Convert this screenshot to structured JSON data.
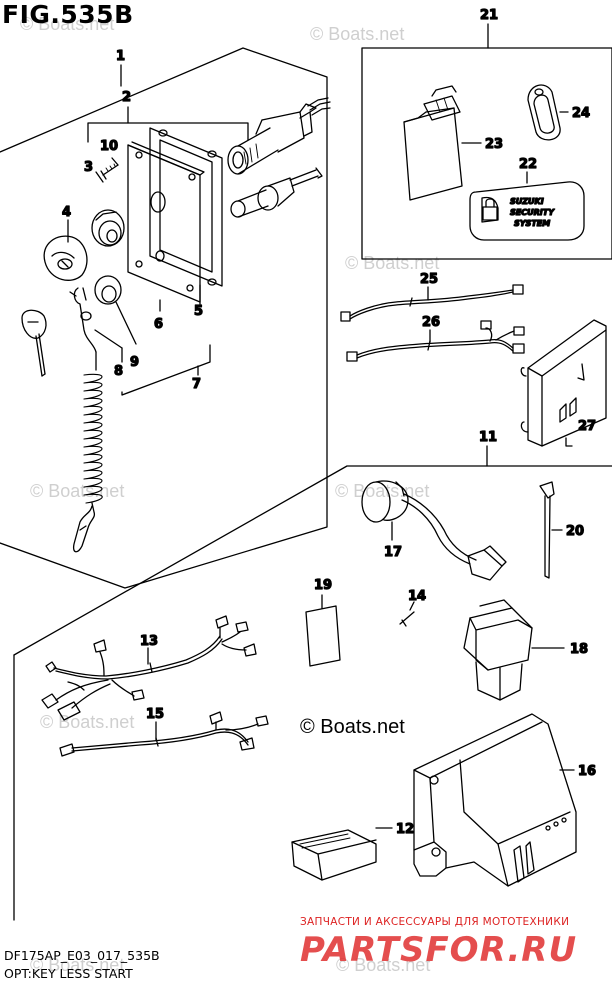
{
  "figure": {
    "title": "FIG.535B",
    "model_code": "DF175AP_E03_017_535B",
    "option_label": "OPT:KEY LESS START"
  },
  "callouts": {
    "p1": "1",
    "p2": "2",
    "p3": "3",
    "p4": "4",
    "p5": "5",
    "p6": "6",
    "p7": "7",
    "p8": "8",
    "p9": "9",
    "p10": "10",
    "p11": "11",
    "p12": "12",
    "p13": "13",
    "p14": "14",
    "p15": "15",
    "p16": "16",
    "p17": "17",
    "p18": "18",
    "p19": "19",
    "p20": "20",
    "p21": "21",
    "p22": "22",
    "p23": "23",
    "p24": "24",
    "p25": "25",
    "p26": "26",
    "p27": "27"
  },
  "security_badge": {
    "line1": "SUZUKI",
    "line2": "SECURITY",
    "line3": "SYSTEM"
  },
  "watermark": {
    "small": "© Boats.net",
    "main": "© Boats.net"
  },
  "promo": {
    "tagline": "ЗАПЧАСТИ И АКСЕССУАРЫ ДЛЯ МОТОТЕХНИКИ",
    "brand": "PARTSFOR.RU"
  },
  "colors": {
    "line": "#000000",
    "watermark": "#cfcfcf",
    "brand": "#e03030"
  }
}
